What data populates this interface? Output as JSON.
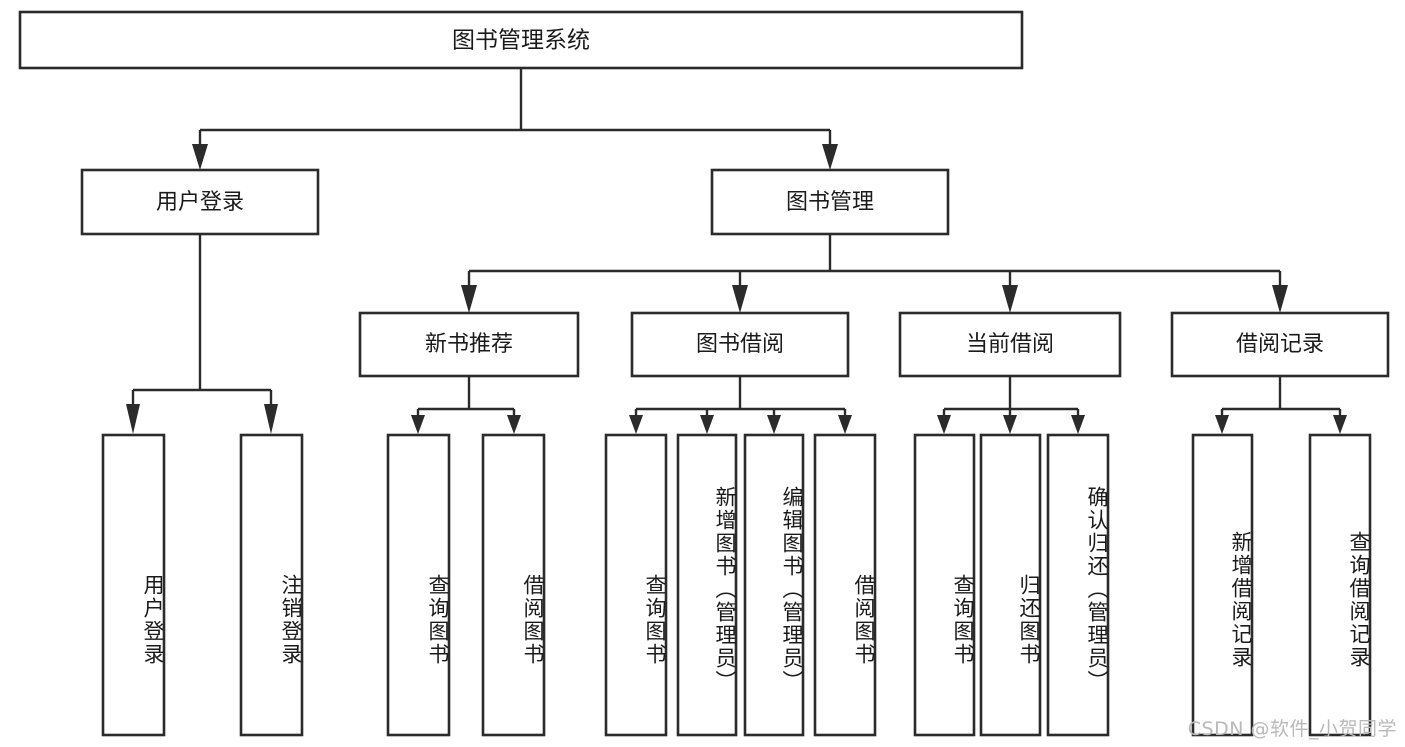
{
  "diagram": {
    "type": "hierarchy-flowchart",
    "title": "图书管理系统",
    "watermark": "CSDN @软件_小贺同学",
    "colors": {
      "box_stroke": "#2b2b2b",
      "box_fill": "#ffffff",
      "text": "#1b1b1b",
      "background": "#ffffff",
      "watermark": "#b9b9b9"
    },
    "levels": {
      "root": {
        "label": "图书管理系统"
      },
      "level1": [
        {
          "label": "用户登录"
        },
        {
          "label": "图书管理"
        }
      ],
      "level2": [
        {
          "label": "新书推荐",
          "parent": "图书管理"
        },
        {
          "label": "图书借阅",
          "parent": "图书管理"
        },
        {
          "label": "当前借阅",
          "parent": "图书管理"
        },
        {
          "label": "借阅记录",
          "parent": "图书管理"
        }
      ],
      "leaves": [
        {
          "label": "用户登录",
          "parent": "用户登录"
        },
        {
          "label": "注销登录",
          "parent": "用户登录"
        },
        {
          "label": "查询图书",
          "parent": "新书推荐"
        },
        {
          "label": "借阅图书",
          "parent": "新书推荐"
        },
        {
          "label": "查询图书",
          "parent": "图书借阅"
        },
        {
          "label": "新增图书（管理员）",
          "parent": "图书借阅"
        },
        {
          "label": "编辑图书（管理员）",
          "parent": "图书借阅"
        },
        {
          "label": "借阅图书",
          "parent": "图书借阅"
        },
        {
          "label": "查询图书",
          "parent": "当前借阅"
        },
        {
          "label": "归还图书",
          "parent": "当前借阅"
        },
        {
          "label": "确认归还（管理员）",
          "parent": "当前借阅"
        },
        {
          "label": "新增借阅记录",
          "parent": "借阅记录"
        },
        {
          "label": "查询借阅记录",
          "parent": "借阅记录"
        }
      ]
    }
  }
}
